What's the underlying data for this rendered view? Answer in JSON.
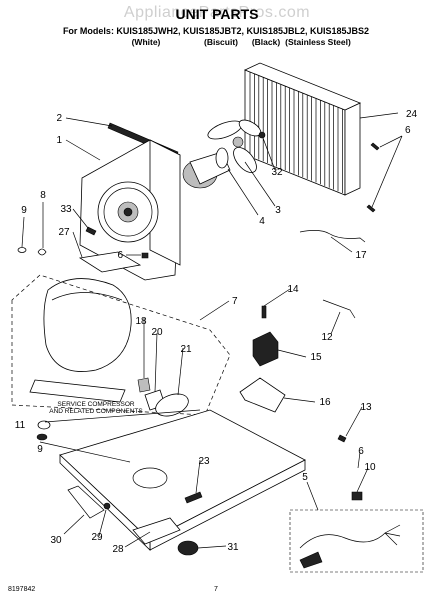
{
  "watermark": "AppliancePartsPros.com",
  "title": "UNIT PARTS",
  "models_line": "For Models: KUIS185JWH2, KUIS185JBT2, KUIS185JBL2, KUIS185JBS2",
  "colors": [
    "(White)",
    "(Biscuit)",
    "(Black)",
    "(Stainless Steel)"
  ],
  "callout_labels": [
    "1",
    "2",
    "3",
    "4",
    "5",
    "6",
    "6",
    "6",
    "7",
    "8",
    "9",
    "9",
    "10",
    "11",
    "12",
    "13",
    "14",
    "15",
    "16",
    "17",
    "18",
    "20",
    "21",
    "23",
    "24",
    "27",
    "28",
    "29",
    "30",
    "31",
    "32",
    "33"
  ],
  "service_note_line1": "SERVICE COMPRESSOR",
  "service_note_line2": "AND RELATED COMPONENTS",
  "footer": {
    "doc_number": "8197842",
    "page_number": "7"
  }
}
